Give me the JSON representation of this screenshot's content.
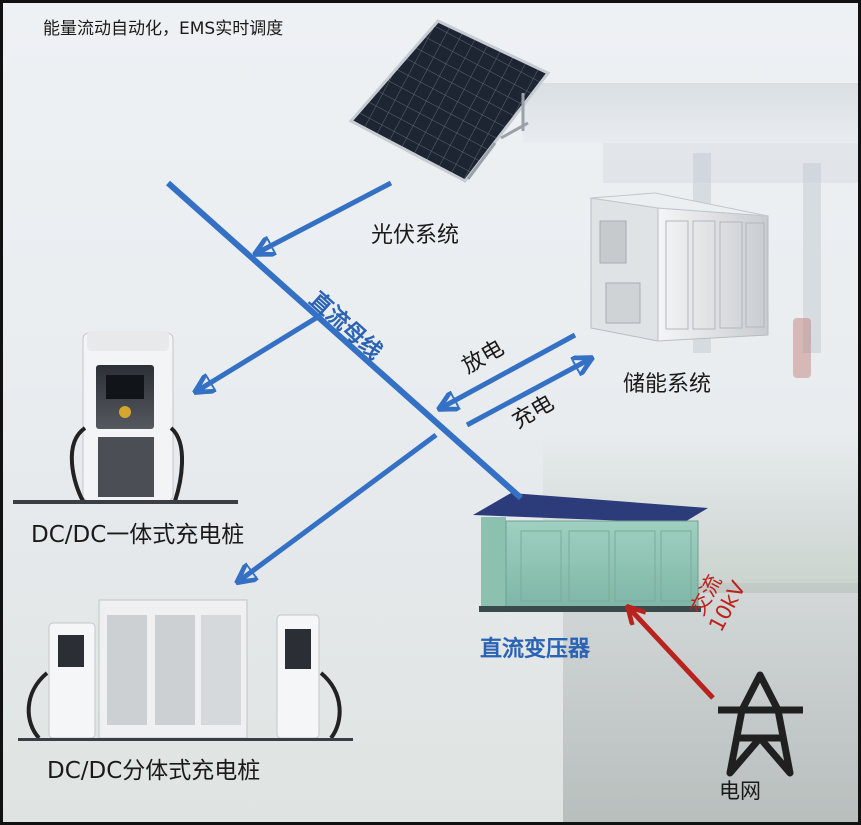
{
  "title": "能量流动自动化，EMS实时调度",
  "nodes": {
    "pv": "光伏系统",
    "storage": "储能系统",
    "dc_integrated": "DC/DC一体式充电桩",
    "dc_split": "DC/DC分体式充电桩",
    "transformer": "直流变压器",
    "grid": "电网"
  },
  "edges": {
    "bus": "直流母线",
    "discharge": "放电",
    "charge": "充电",
    "ac_line1": "交流",
    "ac_line2": "10kV"
  },
  "colors": {
    "flow_arrow": "#3470c4",
    "grid_arrow": "#b8231d",
    "bus_label": "#2a62b4"
  },
  "icons": [
    "solar-panel-icon",
    "battery-container-icon",
    "charging-pile-icon",
    "split-charger-icon",
    "transformer-icon",
    "power-tower-icon"
  ]
}
